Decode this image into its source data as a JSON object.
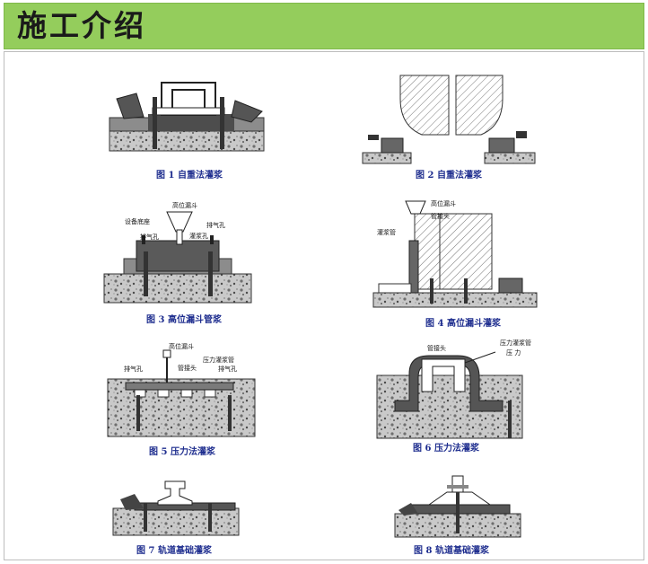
{
  "header": {
    "title": "施工介绍"
  },
  "figures": [
    {
      "caption": "图 1 自重法灌浆",
      "labels": []
    },
    {
      "caption": "图 2 自重法灌浆",
      "labels": []
    },
    {
      "caption": "图 3 高位漏斗管浆",
      "labels": [
        "高位漏斗",
        "设备底座",
        "排气孔",
        "排气孔",
        "灌浆孔"
      ]
    },
    {
      "caption": "图 4 高位漏斗灌浆",
      "labels": [
        "高位漏斗",
        "管接头",
        "灌浆管"
      ]
    },
    {
      "caption": "图 5 压力法灌浆",
      "labels": [
        "高位漏斗",
        "压力灌浆管",
        "管接头",
        "排气孔",
        "排气孔"
      ]
    },
    {
      "caption": "图 6 压力法灌浆",
      "labels": [
        "管接头",
        "压力灌浆管",
        "压 力"
      ]
    },
    {
      "caption": "图 7 轨道基础灌浆",
      "labels": []
    },
    {
      "caption": "图 8 轨道基础灌浆",
      "labels": []
    }
  ]
}
